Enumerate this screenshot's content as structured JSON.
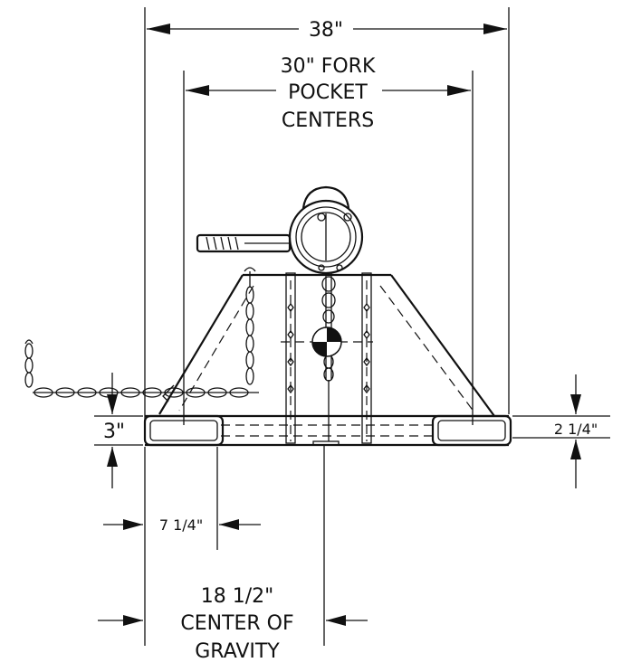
{
  "dimensions": {
    "overall_width": "38\"",
    "fork_pocket_centers": [
      "30\" FORK",
      "POCKET",
      "CENTERS"
    ],
    "pocket_height_left": "3\"",
    "pocket_height_right": "2 1/4\"",
    "pocket_width": "7 1/4\"",
    "center_of_gravity": [
      "18 1/2\"",
      "CENTER OF",
      "GRAVITY"
    ]
  }
}
